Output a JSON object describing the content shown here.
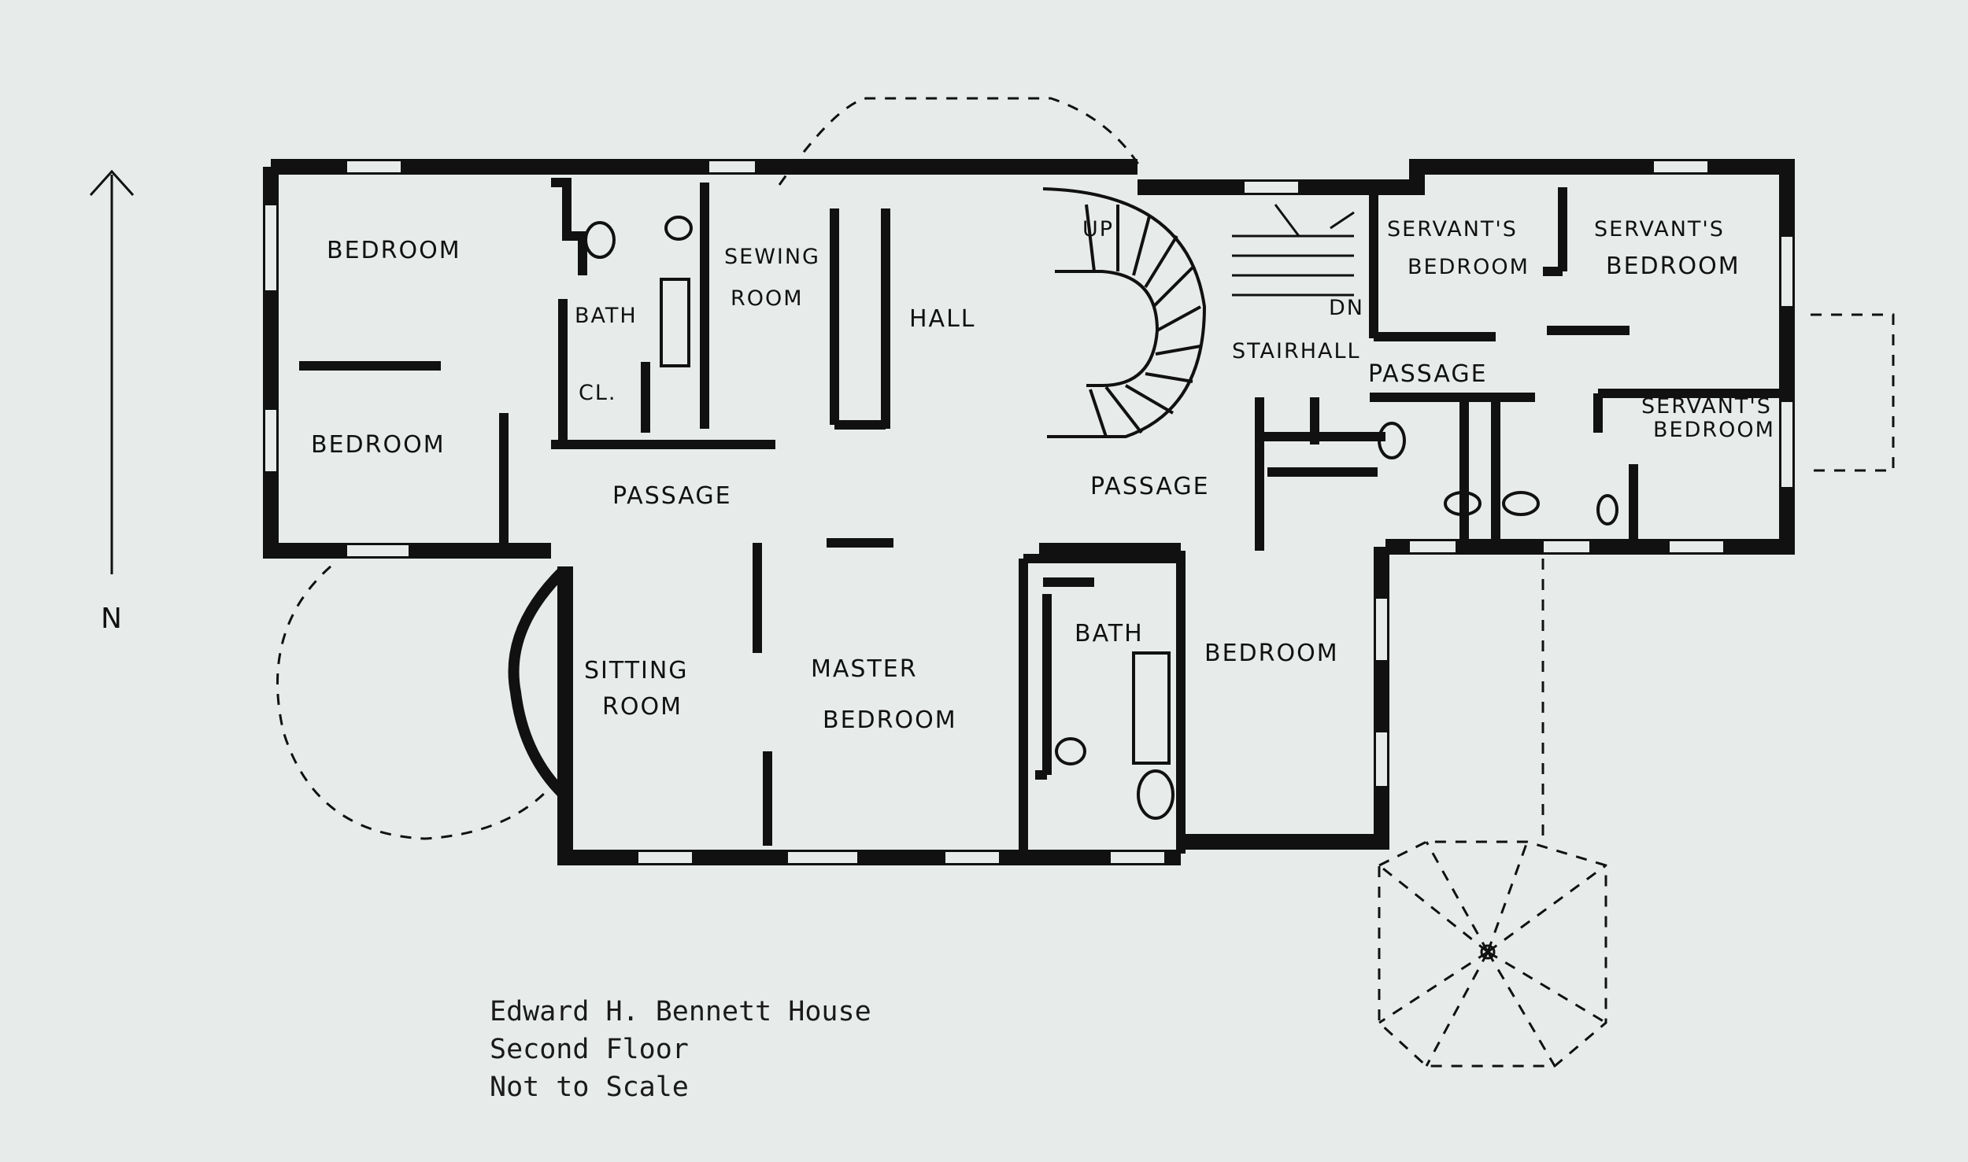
{
  "north": {
    "label": "N"
  },
  "rooms": {
    "bedroom_nw": "BEDROOM",
    "bedroom_w": "BEDROOM",
    "bath_n": "BATH",
    "closet": "CL.",
    "sewing_1": "SEWING",
    "sewing_2": "ROOM",
    "hall": "HALL",
    "up": "UP",
    "dn": "DN",
    "stairhall": "STAIRHALL",
    "passage_w": "PASSAGE",
    "passage_c": "PASSAGE",
    "passage_e": "PASSAGE",
    "servants_bedroom_1a": "SERVANT'S",
    "servants_bedroom_1b": "BEDROOM",
    "servants_bedroom_2a": "SERVANT'S",
    "servants_bedroom_2b": "BEDROOM",
    "servants_bedroom_3a": "SERVANT'S",
    "servants_bedroom_3b": "BEDROOM",
    "sitting_1": "SITTING",
    "sitting_2": "ROOM",
    "master_1": "MASTER",
    "master_2": "BEDROOM",
    "bath_s": "BATH",
    "bedroom_s": "BEDROOM"
  },
  "caption": {
    "line1": "Edward H. Bennett House",
    "line2": "Second Floor",
    "line3": "Not to Scale"
  },
  "colors": {
    "paper": "#e7ecea",
    "ink": "#111111"
  }
}
